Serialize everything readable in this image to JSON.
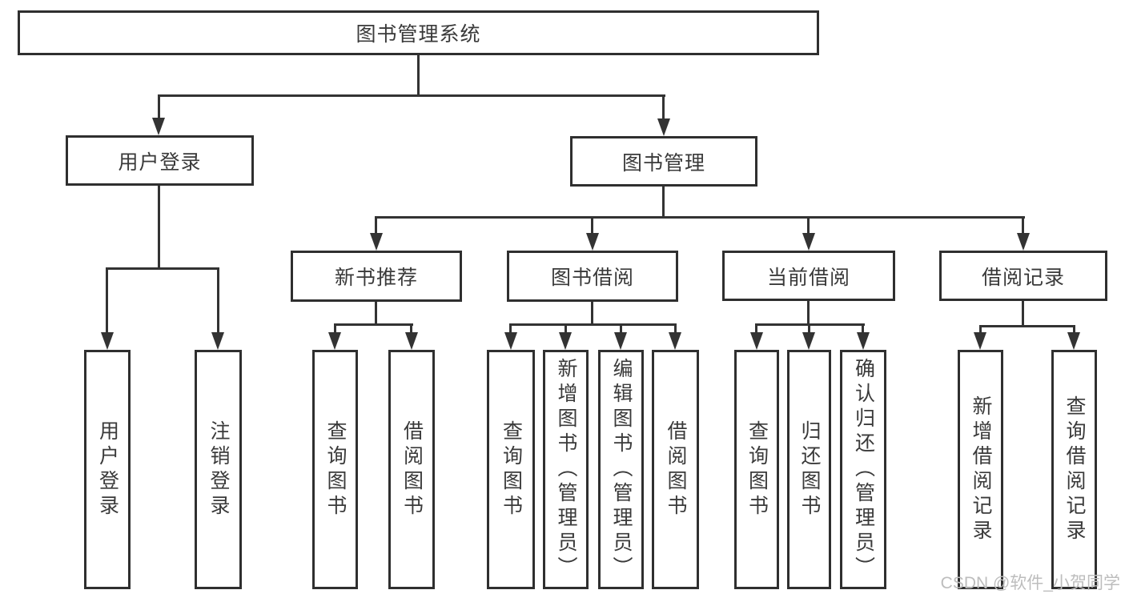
{
  "diagram_title": "图书管理系统",
  "colors": {
    "line": "#333333",
    "box_border": "#2f2f2f",
    "text": "#3a3a3a",
    "background": "#ffffff",
    "watermark": "#bdbdbd"
  },
  "tree": {
    "label": "图书管理系统",
    "children": [
      {
        "label": "用户登录",
        "children": [
          {
            "label": "用户登录"
          },
          {
            "label": "注销登录"
          }
        ]
      },
      {
        "label": "图书管理",
        "children": [
          {
            "label": "新书推荐",
            "children": [
              {
                "label": "查询图书"
              },
              {
                "label": "借阅图书"
              }
            ]
          },
          {
            "label": "图书借阅",
            "children": [
              {
                "label": "查询图书"
              },
              {
                "label": "新增图书（管理员）"
              },
              {
                "label": "编辑图书（管理员）"
              },
              {
                "label": "借阅图书"
              }
            ]
          },
          {
            "label": "当前借阅",
            "children": [
              {
                "label": "查询图书"
              },
              {
                "label": "归还图书"
              },
              {
                "label": "确认归还（管理员）"
              }
            ]
          },
          {
            "label": "借阅记录",
            "children": [
              {
                "label": "新增借阅记录"
              },
              {
                "label": "查询借阅记录"
              }
            ]
          }
        ]
      }
    ]
  },
  "watermark": {
    "text": "CSDN @软件_小贺同学"
  }
}
